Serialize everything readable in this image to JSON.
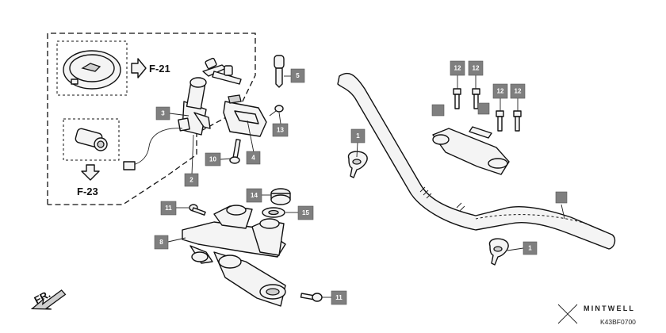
{
  "callouts": {
    "c1a": "1",
    "c1b": "1",
    "c2": "2",
    "c3": "3",
    "c4": "4",
    "c5": "5",
    "c8": "8",
    "c10": "10",
    "c11a": "11",
    "c11b": "11",
    "c12a": "12",
    "c12b": "12",
    "c12c": "12",
    "c12d": "12",
    "c13": "13",
    "c14": "14",
    "c15": "15"
  },
  "refs": {
    "f21": "F-21",
    "f23": "F-23",
    "front": "FR."
  },
  "brand": {
    "name": "MINTWELL",
    "code": "K43BF0700"
  },
  "colors": {
    "callout_bg": "#7f7f7f",
    "line": "#111111",
    "part_fill": "#f4f4f4"
  }
}
